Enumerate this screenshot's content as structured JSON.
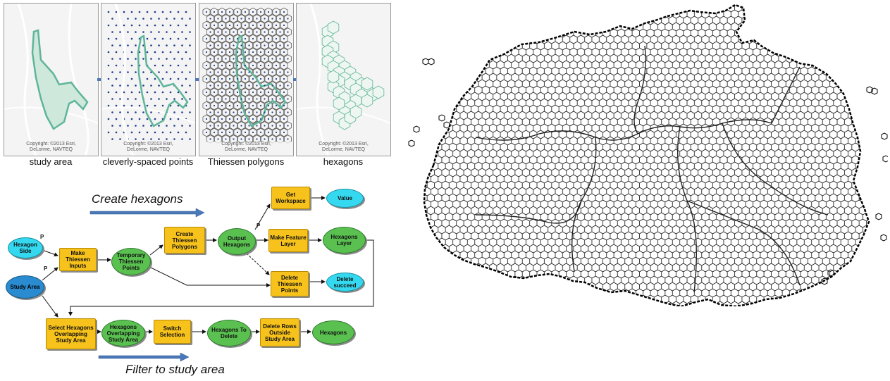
{
  "panels": [
    {
      "label": "study area",
      "copyright_1": "Copyright: ©2013 Esri,",
      "copyright_2": "DeLorme, NAVTEQ"
    },
    {
      "label": "cleverly-spaced points",
      "copyright_1": "Copyright: ©2013 Esri,",
      "copyright_2": "DeLorme, NAVTEQ"
    },
    {
      "label": "Thiessen polygons",
      "copyright_1": "Copyright: ©2013 Esri,",
      "copyright_2": "DeLorme, NAVTEQ"
    },
    {
      "label": "hexagons",
      "copyright_1": "Copyright: ©2013 Esri,",
      "copyright_2": "DeLorme, NAVTEQ"
    }
  ],
  "model": {
    "title_create": "Create hexagons",
    "title_filter": "Filter to study area",
    "p_marker": "P",
    "nodes": {
      "hexagon_side": "Hexagon Side",
      "study_area": "Study Area",
      "make_thiessen_inputs": "Make Thiessen Inputs",
      "temporary_thiessen_points": "Temporary Thiessen Points",
      "create_thiessen_polygons": "Create Thiessen Polygons",
      "output_hexagons": "Output Hexagons",
      "get_workspace": "Get Workspace",
      "value": "Value",
      "make_feature_layer": "Make Feature Layer",
      "hexagons_layer": "Hexagons Layer",
      "delete_thiessen_points": "Delete Thiessen Points",
      "delete_succeed": "Delete succeed",
      "select_hexagons": "Select Hexagons Overlapping Study Area",
      "hexagons_overlapping": "Hexagons Overlapping Study Area",
      "switch_selection": "Switch Selection",
      "hexagons_to_delete": "Hexagons To Delete",
      "delete_rows": "Delete Rows Outside Study Area",
      "hexagons_final": "Hexagons"
    }
  },
  "colors": {
    "tool": "#f7c21b",
    "data_green": "#5ac151",
    "data_cyan": "#34d9f0",
    "data_blue": "#2b8bd1",
    "arrow_blue": "#4a78b8",
    "study_area_line": "#5fb59a",
    "points": "#1f3a8a"
  }
}
